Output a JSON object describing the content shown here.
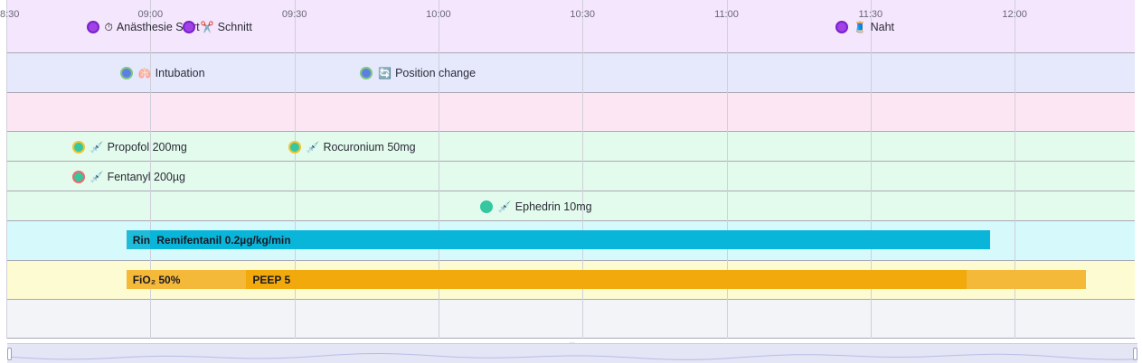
{
  "axis": {
    "ticks": [
      "8:30",
      "09:00",
      "09:30",
      "10:00",
      "10:30",
      "11:00",
      "11:30",
      "12:00"
    ]
  },
  "lanes": [
    {
      "color": "#f4e6fc"
    },
    {
      "color": "#e5e9fb"
    },
    {
      "color": "#fce6f3"
    },
    {
      "color": "#e3fbec"
    },
    {
      "color": "#e3fbec"
    },
    {
      "color": "#e3fbec"
    },
    {
      "color": "#d6f9fb"
    },
    {
      "color": "#fdfbd2"
    },
    {
      "color": "#f3f4f8"
    }
  ],
  "events": [
    {
      "lane": 0,
      "time": "08:48",
      "label": "Anästhesie Start",
      "icon": "stopwatch-icon",
      "glyph": "⏱",
      "dot_fill": "#a042e8",
      "dot_ring": "#7a22c8"
    },
    {
      "lane": 0,
      "time": "09:08",
      "label": "Schnitt",
      "icon": "scissors-icon",
      "glyph": "✂️",
      "dot_fill": "#a042e8",
      "dot_ring": "#7a22c8"
    },
    {
      "lane": 0,
      "time": "11:24",
      "label": "Naht",
      "icon": "thread-spool-icon",
      "glyph": "🧵",
      "dot_fill": "#a042e8",
      "dot_ring": "#7a22c8"
    },
    {
      "lane": 1,
      "time": "08:55",
      "label": "Intubation",
      "icon": "lungs-icon",
      "glyph": "🫁",
      "dot_fill": "#5d7fe3",
      "dot_ring": "#7fc77f"
    },
    {
      "lane": 1,
      "time": "09:45",
      "label": "Position change",
      "icon": "arrows-cycle-icon",
      "glyph": "🔄",
      "dot_fill": "#5d7fe3",
      "dot_ring": "#7fc77f"
    },
    {
      "lane": 3,
      "time": "08:45",
      "label": "Propofol 200mg",
      "icon": "syringe-icon",
      "glyph": "💉",
      "dot_fill": "#34c7a0",
      "dot_ring": "#f2c230"
    },
    {
      "lane": 3,
      "time": "09:30",
      "label": "Rocuronium 50mg",
      "icon": "syringe-icon",
      "glyph": "💉",
      "dot_fill": "#34c7a0",
      "dot_ring": "#f2c230"
    },
    {
      "lane": 4,
      "time": "08:45",
      "label": "Fentanyl 200µg",
      "icon": "syringe-icon",
      "glyph": "💉",
      "dot_fill": "#34c7a0",
      "dot_ring": "#f06868"
    },
    {
      "lane": 5,
      "time": "10:10",
      "label": "Ephedrin 10mg",
      "icon": "syringe-icon",
      "glyph": "💉",
      "dot_fill": "#34c7a0",
      "dot_ring": "#34c7a0"
    }
  ],
  "bars": [
    {
      "lane": 6,
      "start": "08:55",
      "end": "11:55",
      "label": "Rin",
      "color": "#1fbbd8"
    },
    {
      "lane": 6,
      "start": "09:00",
      "end": "11:55",
      "label": "Remifentanil 0.2µg/kg/min",
      "color": "#09b5d9"
    },
    {
      "lane": 7,
      "start": "08:55",
      "end": "12:15",
      "label": "FiO₂ 50%",
      "color": "#f5b93a"
    },
    {
      "lane": 7,
      "start": "09:20",
      "end": "11:50",
      "label": "PEEP 5",
      "color": "#f2a90c"
    }
  ],
  "colors": {
    "minimap_bg": "#e4e6f6",
    "minimap_line": "#b7bce6"
  }
}
